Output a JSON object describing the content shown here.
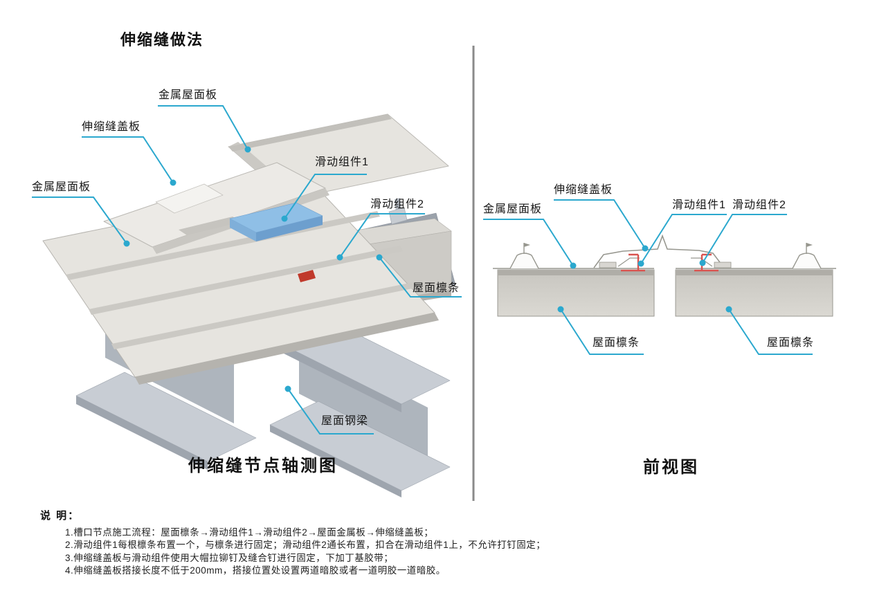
{
  "title": "伸缩缝做法",
  "axon_view": {
    "caption": "伸缩缝节点轴测图",
    "labels": {
      "metal_roof_panel_top": "金属屋面板",
      "expansion_cover": "伸缩缝盖板",
      "metal_roof_panel_left": "金属屋面板",
      "slide_comp_1": "滑动组件1",
      "slide_comp_2": "滑动组件2",
      "roof_purlin": "屋面檩条",
      "roof_beam": "屋面钢梁"
    }
  },
  "front_view": {
    "caption": "前视图",
    "labels": {
      "metal_roof_panel": "金属屋面板",
      "expansion_cover": "伸缩缝盖板",
      "slide_comp_1": "滑动组件1",
      "slide_comp_2": "滑动组件2",
      "roof_purlin_left": "屋面檩条",
      "roof_purlin_right": "屋面檩条"
    }
  },
  "notes": {
    "heading": "说 明：",
    "items": [
      "1.槽口节点施工流程：屋面檩条→滑动组件1→滑动组件2→屋面金属板→伸缩缝盖板；",
      "2.滑动组件1每根檩条布置一个，与檩条进行固定；滑动组件2通长布置，扣合在滑动组件1上，不允许打钉固定；",
      "3.伸缩缝盖板与滑动组件使用大帽拉铆钉及缝合钉进行固定，下加丁基胶带；",
      "4.伸缩缝盖板搭接长度不低于200mm，搭接位置处设置两道暗胶或者一道明胶一道暗胶。"
    ]
  },
  "colors": {
    "leader": "#2BA8CE",
    "slide_component_1": "#8FBFE6",
    "slide_component_2": "#EA5B52",
    "panel_gray": "#E6E4DF",
    "beam_gray": "#B2B8C0",
    "divider_gray": "#8A8A8A"
  }
}
